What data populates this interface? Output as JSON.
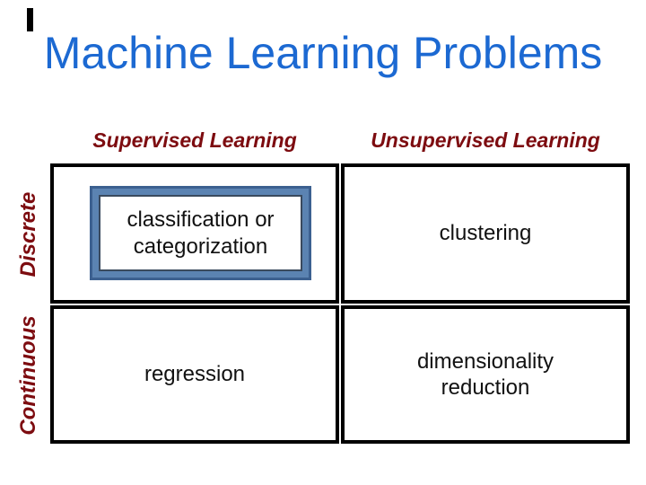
{
  "slide": {
    "title": "Machine Learning Problems"
  },
  "matrix": {
    "column_headers": [
      {
        "id": "supervised",
        "label": "Supervised Learning"
      },
      {
        "id": "unsupervised",
        "label": "Unsupervised Learning"
      }
    ],
    "row_headers": [
      {
        "id": "discrete",
        "label": "Discrete"
      },
      {
        "id": "continuous",
        "label": "Continuous"
      }
    ],
    "cells": [
      {
        "row": "Discrete",
        "column": "Supervised Learning",
        "label": "classification or categorization",
        "highlighted": true
      },
      {
        "row": "Discrete",
        "column": "Unsupervised Learning",
        "label": "clustering",
        "highlighted": false
      },
      {
        "row": "Continuous",
        "column": "Supervised Learning",
        "label": "regression",
        "highlighted": false
      },
      {
        "row": "Continuous",
        "column": "Unsupervised Learning",
        "label": "dimensionality reduction",
        "highlighted": false
      }
    ]
  },
  "colors": {
    "title_text": "#1c69d2",
    "header_text": "#7d0c10",
    "cell_text": "#111111",
    "grid_border": "#000000",
    "highlight_fill": "#5b83b2",
    "highlight_border": "#3c6090",
    "highlight_inner_border": "#3a4a5e",
    "cursor_bar": "#000000"
  }
}
